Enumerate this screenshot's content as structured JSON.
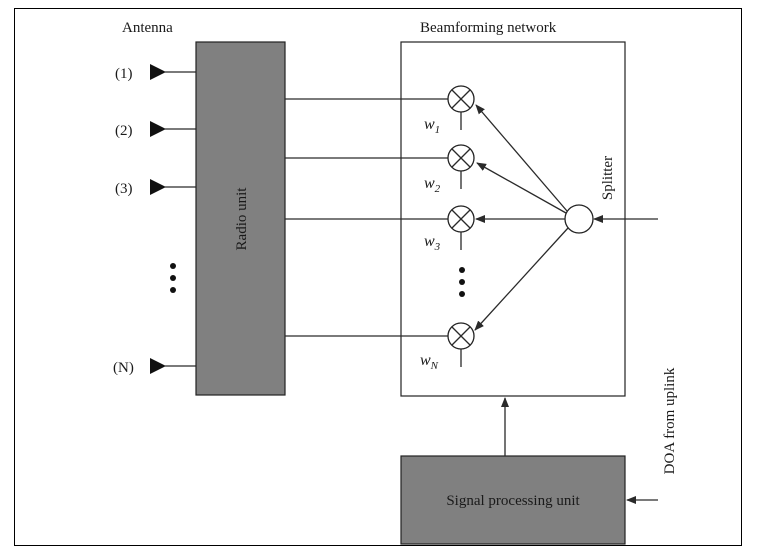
{
  "title_antenna": "Antenna",
  "title_beamforming": "Beamforming network",
  "antenna_labels": [
    "(1)",
    "(2)",
    "(3)",
    "(N)"
  ],
  "radio_unit_label": "Radio unit",
  "splitter_label": "Splitter",
  "weights": [
    {
      "base": "w",
      "sub": "1"
    },
    {
      "base": "w",
      "sub": "2"
    },
    {
      "base": "w",
      "sub": "3"
    },
    {
      "base": "w",
      "sub": "N"
    }
  ],
  "signal_processing_label": "Signal processing unit",
  "doa_label": "DOA from uplink",
  "colors": {
    "block_fill": "#808080",
    "line": "#2a2a2a",
    "background": "#ffffff"
  }
}
